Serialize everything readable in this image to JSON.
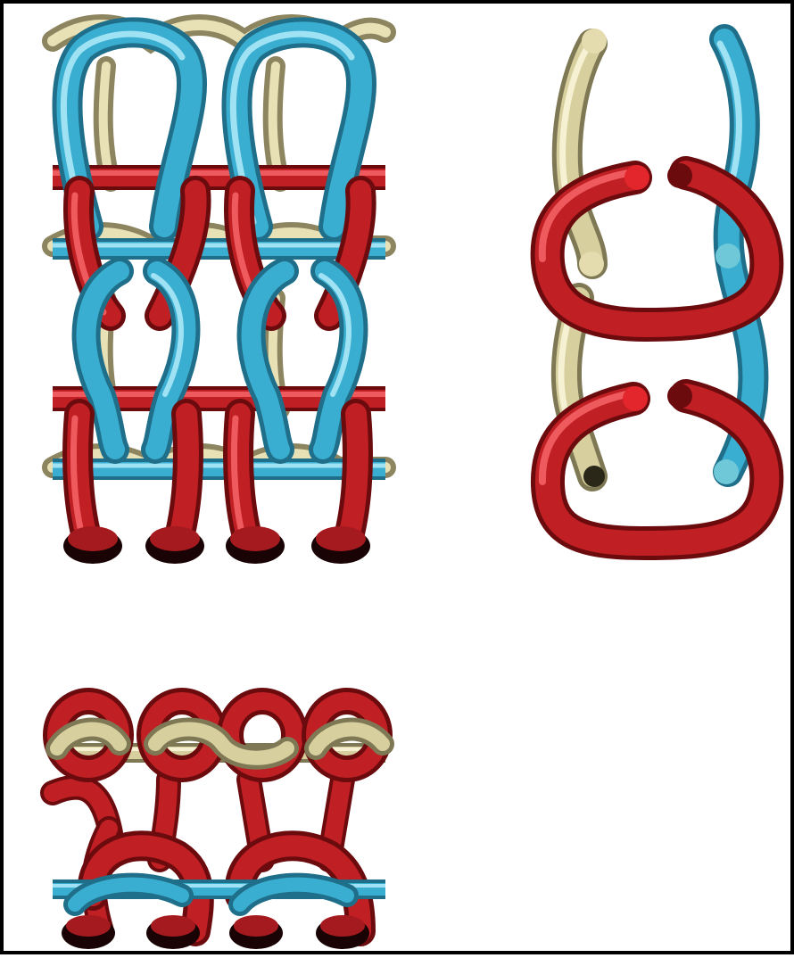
{
  "figure": {
    "panels": [
      {
        "id": "front-view",
        "yarn_colors": [
          "cream",
          "blue",
          "red"
        ],
        "courses": 3
      },
      {
        "id": "side-view",
        "yarn_colors": [
          "cream",
          "blue",
          "red"
        ],
        "loops": 2
      },
      {
        "id": "top-view",
        "yarn_colors": [
          "cream",
          "red",
          "blue"
        ]
      }
    ],
    "colors": {
      "red": "#c01f24",
      "red_light": "#ef5a5e",
      "red_dark": "#6b0b0e",
      "blue": "#3aaed0",
      "blue_light": "#8fdcf0",
      "blue_dark": "#1f6f8a",
      "cream": "#d8cf9f",
      "cream_light": "#f3edc9",
      "cream_dark": "#8d8560",
      "border": "#000000",
      "background": "#ffffff"
    }
  }
}
